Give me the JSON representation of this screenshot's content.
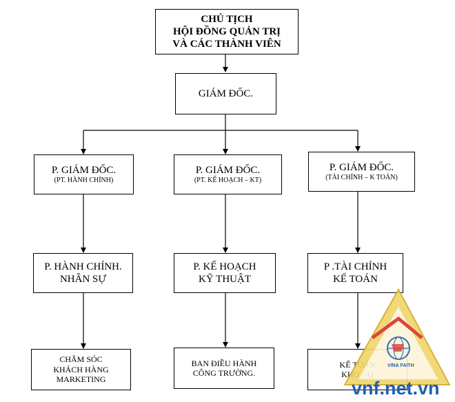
{
  "chairman": {
    "line1": "CHỦ TỊCH",
    "line2": "HỘI ĐỒNG QUẢN TRỊ",
    "line3": "VÀ CÁC THÀNH VIÊN"
  },
  "director": {
    "label": "GIÁM ĐỐC."
  },
  "deputies": [
    {
      "title": "P. GIÁM ĐỐC.",
      "subtitle": "(PT. HÀNH CHÍNH)"
    },
    {
      "title": "P. GIÁM ĐỐC.",
      "subtitle": "(PT. KẾ HOẠCH – KT)"
    },
    {
      "title": "P. GIÁM ĐỐC.",
      "subtitle": "(TÀI CHÍNH – K TOÁN)"
    }
  ],
  "departments": [
    {
      "line1": "P. HÀNH CHÍNH.",
      "line2": "NHÂN SỰ"
    },
    {
      "line1": "P. KẾ HOẠCH",
      "line2": "KỸ THUẬT"
    },
    {
      "line1": "P .TÀI CHÍNH",
      "line2": "KẾ TOÁN"
    }
  ],
  "units": [
    {
      "line1": "CHĂM SÓC",
      "line2": "KHÁCH HÀNG",
      "line3": "MARKETING"
    },
    {
      "line1": "BAN ĐIỀU HÀNH",
      "line2": "CÔNG TRƯỜNG."
    },
    {
      "line1": "KẾ TOÁN",
      "line2": "KHO – Q"
    }
  ],
  "watermark": {
    "site": "vnf.net.vn",
    "brand": "VINA FAITH"
  },
  "colors": {
    "line": "#000000",
    "watermark_blue": "#1f5fb4",
    "watermark_gold": "#e8c24a",
    "watermark_red": "#d9332b"
  }
}
